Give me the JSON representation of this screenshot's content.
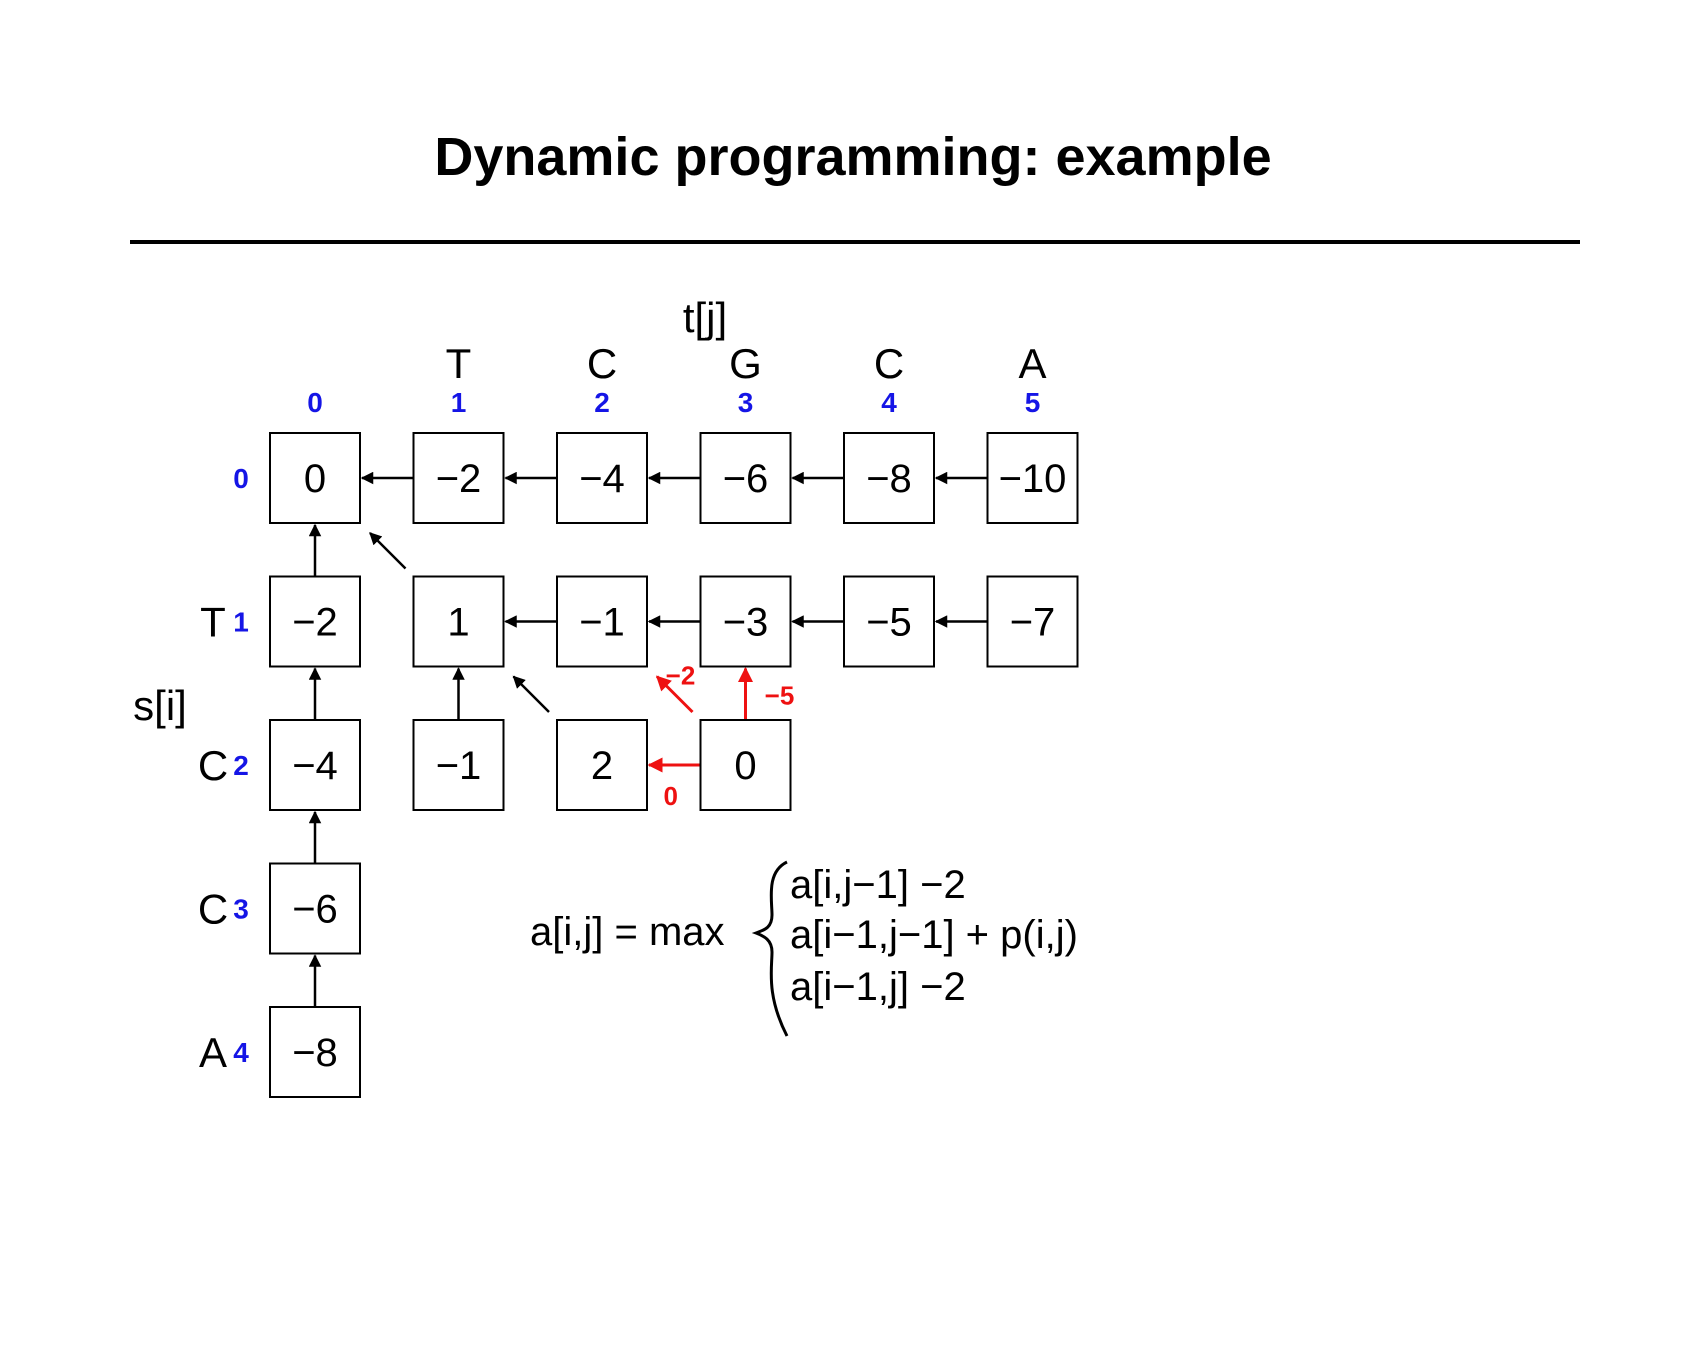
{
  "title": "Dynamic programming: example",
  "colors": {
    "index": "#1515e6",
    "highlight": "#ee1111",
    "line": "#000000"
  },
  "labels": {
    "t_label": "t[j]",
    "s_label": "s[i]"
  },
  "t_letters": [
    "T",
    "C",
    "G",
    "C",
    "A"
  ],
  "col_indices": [
    "0",
    "1",
    "2",
    "3",
    "4",
    "5"
  ],
  "s_letters": [
    "T",
    "C",
    "C",
    "A"
  ],
  "row_indices": [
    "0",
    "1",
    "2",
    "3",
    "4"
  ],
  "cells": [
    {
      "r": 0,
      "c": 0,
      "v": "0"
    },
    {
      "r": 0,
      "c": 1,
      "v": "−2"
    },
    {
      "r": 0,
      "c": 2,
      "v": "−4"
    },
    {
      "r": 0,
      "c": 3,
      "v": "−6"
    },
    {
      "r": 0,
      "c": 4,
      "v": "−8"
    },
    {
      "r": 0,
      "c": 5,
      "v": "−10"
    },
    {
      "r": 1,
      "c": 0,
      "v": "−2"
    },
    {
      "r": 1,
      "c": 1,
      "v": "1"
    },
    {
      "r": 1,
      "c": 2,
      "v": "−1"
    },
    {
      "r": 1,
      "c": 3,
      "v": "−3"
    },
    {
      "r": 1,
      "c": 4,
      "v": "−5"
    },
    {
      "r": 1,
      "c": 5,
      "v": "−7"
    },
    {
      "r": 2,
      "c": 0,
      "v": "−4"
    },
    {
      "r": 2,
      "c": 1,
      "v": "−1"
    },
    {
      "r": 2,
      "c": 2,
      "v": "2"
    },
    {
      "r": 2,
      "c": 3,
      "v": "0"
    },
    {
      "r": 3,
      "c": 0,
      "v": "−6"
    },
    {
      "r": 4,
      "c": 0,
      "v": "−8"
    }
  ],
  "arrows": [
    {
      "from": [
        0,
        1
      ],
      "to": [
        0,
        0
      ],
      "kind": "left"
    },
    {
      "from": [
        0,
        2
      ],
      "to": [
        0,
        1
      ],
      "kind": "left"
    },
    {
      "from": [
        0,
        3
      ],
      "to": [
        0,
        2
      ],
      "kind": "left"
    },
    {
      "from": [
        0,
        4
      ],
      "to": [
        0,
        3
      ],
      "kind": "left"
    },
    {
      "from": [
        0,
        5
      ],
      "to": [
        0,
        4
      ],
      "kind": "left"
    },
    {
      "from": [
        1,
        2
      ],
      "to": [
        1,
        1
      ],
      "kind": "left"
    },
    {
      "from": [
        1,
        3
      ],
      "to": [
        1,
        2
      ],
      "kind": "left"
    },
    {
      "from": [
        1,
        4
      ],
      "to": [
        1,
        3
      ],
      "kind": "left"
    },
    {
      "from": [
        1,
        5
      ],
      "to": [
        1,
        4
      ],
      "kind": "left"
    },
    {
      "from": [
        1,
        0
      ],
      "to": [
        0,
        0
      ],
      "kind": "up"
    },
    {
      "from": [
        2,
        0
      ],
      "to": [
        1,
        0
      ],
      "kind": "up"
    },
    {
      "from": [
        3,
        0
      ],
      "to": [
        2,
        0
      ],
      "kind": "up"
    },
    {
      "from": [
        4,
        0
      ],
      "to": [
        3,
        0
      ],
      "kind": "up"
    },
    {
      "from": [
        2,
        1
      ],
      "to": [
        1,
        1
      ],
      "kind": "up"
    },
    {
      "from": [
        1,
        1
      ],
      "to": [
        0,
        0
      ],
      "kind": "diag"
    },
    {
      "from": [
        2,
        2
      ],
      "to": [
        1,
        1
      ],
      "kind": "diag"
    },
    {
      "from": [
        2,
        3
      ],
      "to": [
        2,
        2
      ],
      "kind": "left",
      "red": true,
      "label": "0"
    },
    {
      "from": [
        2,
        3
      ],
      "to": [
        1,
        3
      ],
      "kind": "up",
      "red": true,
      "label": "−5"
    },
    {
      "from": [
        2,
        3
      ],
      "to": [
        1,
        2
      ],
      "kind": "diag",
      "red": true,
      "label": "−2"
    }
  ],
  "formula": {
    "lhs": "a[i,j] = max",
    "cases": [
      "a[i,j−1] −2",
      "a[i−1,j−1] + p(i,j)",
      "a[i−1,j] −2"
    ]
  }
}
